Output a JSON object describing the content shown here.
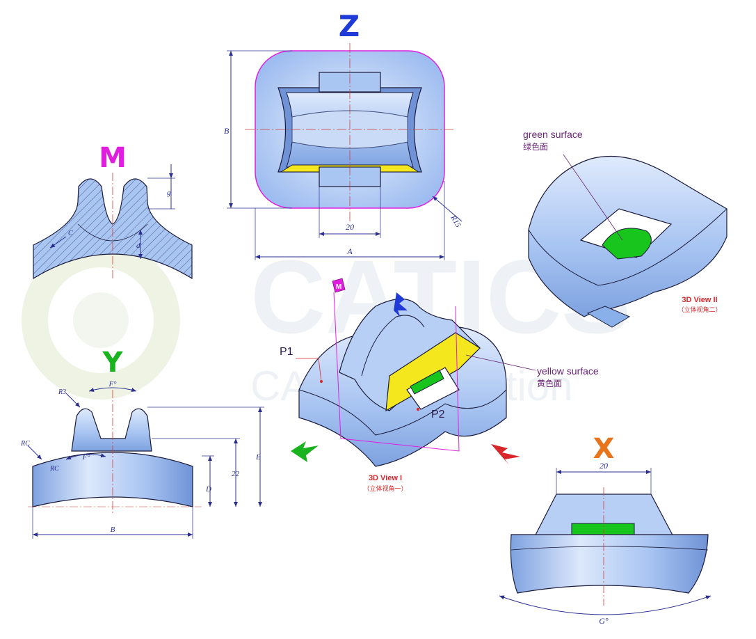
{
  "colors": {
    "part_fill": "#a9c5f2",
    "part_light": "#dde9fb",
    "part_dark": "#6f93d6",
    "outline": "#1a1a3a",
    "dim_line": "#2a2f8f",
    "center_line": "#d23b3b",
    "yellow": "#f4e71d",
    "green": "#18c51c",
    "magenta": "#e11ee0",
    "label_red": "#d9262b",
    "callout": "#6a2477",
    "watermark": "#eef2f6"
  },
  "views": {
    "z": {
      "letter": "Z",
      "color": "#1f3ad6",
      "dims": {
        "B": "B",
        "A": "A",
        "w20": "20",
        "R15": "R15"
      }
    },
    "m": {
      "letter": "M",
      "color": "#e11ee0",
      "dims": {
        "g": "g",
        "c": "C",
        "d": "d"
      }
    },
    "y": {
      "letter": "Y",
      "color": "#19b320",
      "dims": {
        "R3": "R3",
        "F_top": "F°",
        "F_mid": "F°",
        "RC1": "RC",
        "RC2": "RC",
        "D": "D",
        "h22": "22",
        "E": "E",
        "B": "B"
      }
    },
    "x": {
      "letter": "X",
      "color": "#e8751c",
      "dims": {
        "w20": "20",
        "G": "G°"
      }
    }
  },
  "iso1": {
    "title": "3D View I",
    "subtitle": "（立体视角一）",
    "p1": "P1",
    "p2": "P2",
    "yellow_en": "yellow surface",
    "yellow_cn": "黄色面",
    "m_tag": "M"
  },
  "iso2": {
    "title": "3D View II",
    "subtitle": "（立体视角二）",
    "green_en": "green surface",
    "green_cn": "绿色面"
  },
  "watermark": {
    "word": "CATICS",
    "sub": "CAD Competition"
  }
}
